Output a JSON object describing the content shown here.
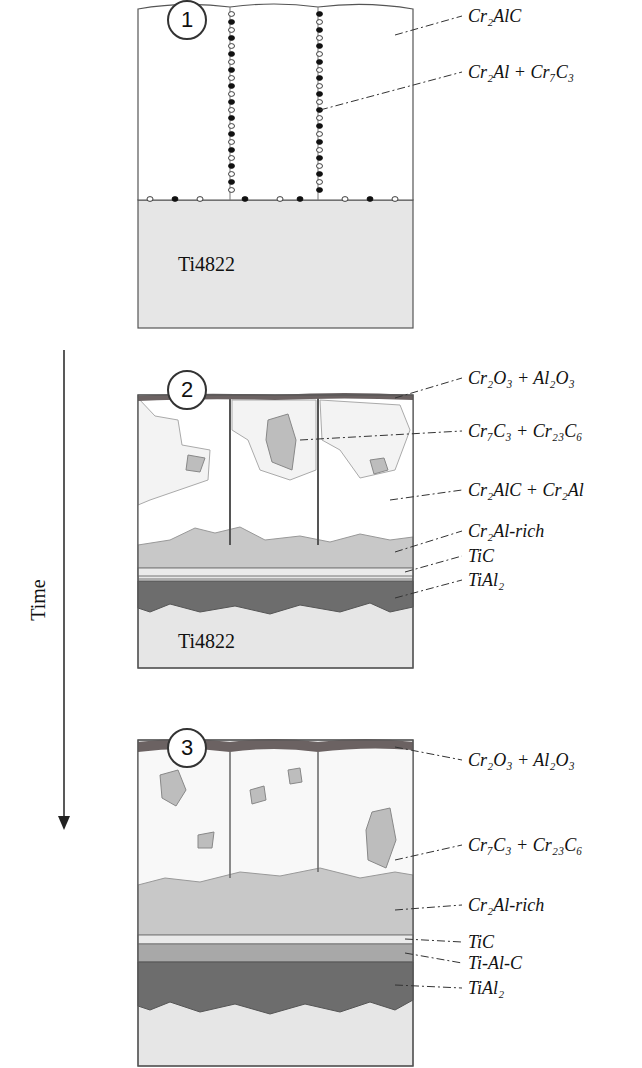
{
  "diagram": {
    "nodes": [
      {
        "text": [
          "1"
        ]
      },
      {
        "text": [
          "Ti4822"
        ]
      },
      {
        "text": [
          "2"
        ]
      },
      {
        "text": [
          "Ti4822"
        ]
      },
      {
        "text": [
          "3"
        ]
      }
    ],
    "labels": [
      "Cr₂AlC",
      "Cr₂Al + Cr₇C₃",
      "Time",
      "Cr₂O₃ + Al₂O₃",
      "Cr₇C₃ + Cr₂₃C₆",
      "Cr₂AlC + Cr₂Al",
      "Cr₂Al-rich",
      "TiC",
      "TiAl₂",
      "Cr₂O₃ + Al₂O₃",
      "Cr₇C₃ + Cr₂₃C₆",
      "Cr₂Al-rich",
      "TiC",
      "Ti-Al-C",
      "TiAl₂"
    ]
  }
}
